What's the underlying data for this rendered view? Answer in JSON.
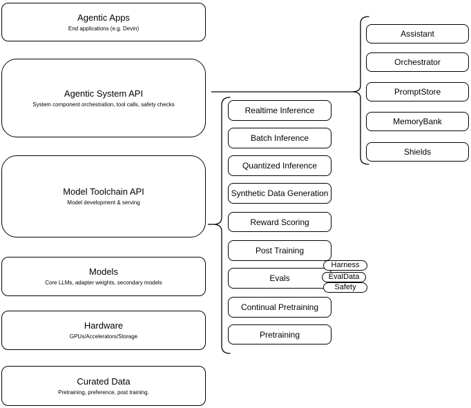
{
  "colors": {
    "background": "#ffffff",
    "node_fill": "#ffffff",
    "stroke": "#000000",
    "text": "#000000"
  },
  "stack": [
    {
      "title": "Agentic Apps",
      "subtitle": "End applications (e.g. Devin)"
    },
    {
      "title": "Agentic System API",
      "subtitle": "System component orchestration, tool calls, safety checks"
    },
    {
      "title": "Model Toolchain API",
      "subtitle": "Model development & serving"
    },
    {
      "title": "Models",
      "subtitle": "Core LLMs, adapter weights, secondary models"
    },
    {
      "title": "Hardware",
      "subtitle": "GPUs/Accelerators/Storage"
    },
    {
      "title": "Curated Data",
      "subtitle": "Pretraining, preference, post training."
    }
  ],
  "toolchain_items": [
    "Realtime Inference",
    "Batch Inference",
    "Quantized Inference",
    "Synthetic Data Generation",
    "Reward Scoring",
    "Post Training",
    "Evals",
    "Continual Pretraining",
    "Pretraining"
  ],
  "evals_tags": [
    "Harness",
    "EvalData",
    "Safety"
  ],
  "system_items": [
    "Assistant",
    "Orchestrator",
    "PromptStore",
    "MemoryBank",
    "Shields"
  ]
}
